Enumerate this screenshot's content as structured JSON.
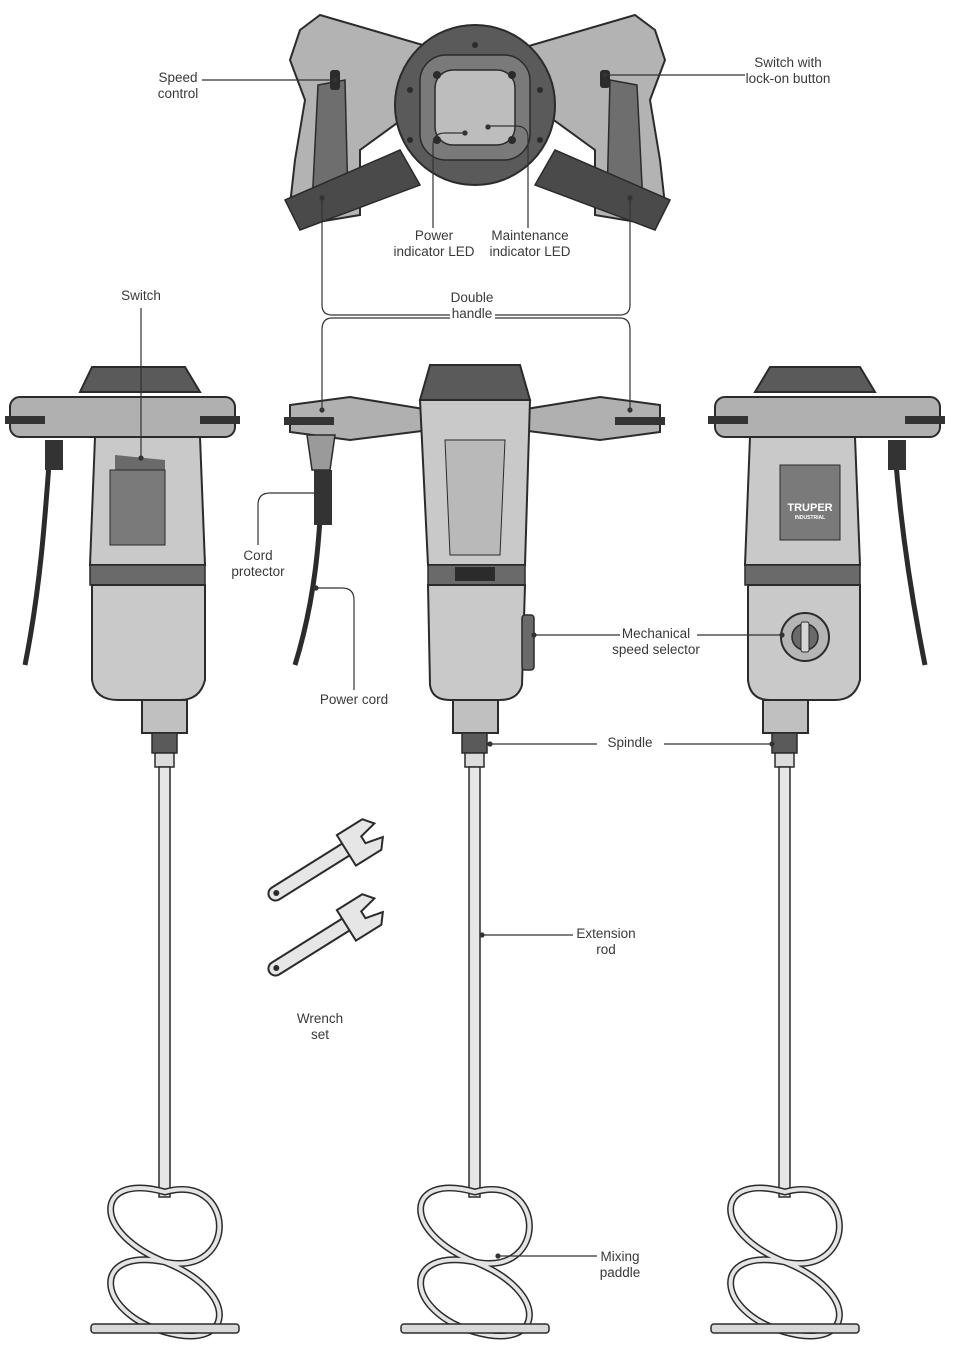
{
  "labels": {
    "speed_control": [
      "Speed",
      "control"
    ],
    "switch_lock_on": [
      "Switch with",
      "lock-on button"
    ],
    "power_led": [
      "Power",
      "indicator LED"
    ],
    "maintenance_led": [
      "Maintenance",
      "indicator LED"
    ],
    "double_handle": [
      "Double",
      "handle"
    ],
    "switch": [
      "Switch"
    ],
    "cord_protector": [
      "Cord",
      "protector"
    ],
    "power_cord": [
      "Power cord"
    ],
    "mechanical_speed_selector": [
      "Mechanical",
      "speed selector"
    ],
    "spindle": [
      "Spindle"
    ],
    "extension_rod": [
      "Extension",
      "rod"
    ],
    "wrench_set": [
      "Wrench",
      "set"
    ],
    "mixing_paddle": [
      "Mixing",
      "paddle"
    ]
  },
  "brand": {
    "name": "TRUPER",
    "sub": "INDUSTRIAL"
  },
  "colors": {
    "body": "#c9c9c9",
    "dark": "#5a5a5a",
    "mid": "#9a9a9a",
    "outline": "#2b2b2b",
    "leader": "#333333"
  }
}
